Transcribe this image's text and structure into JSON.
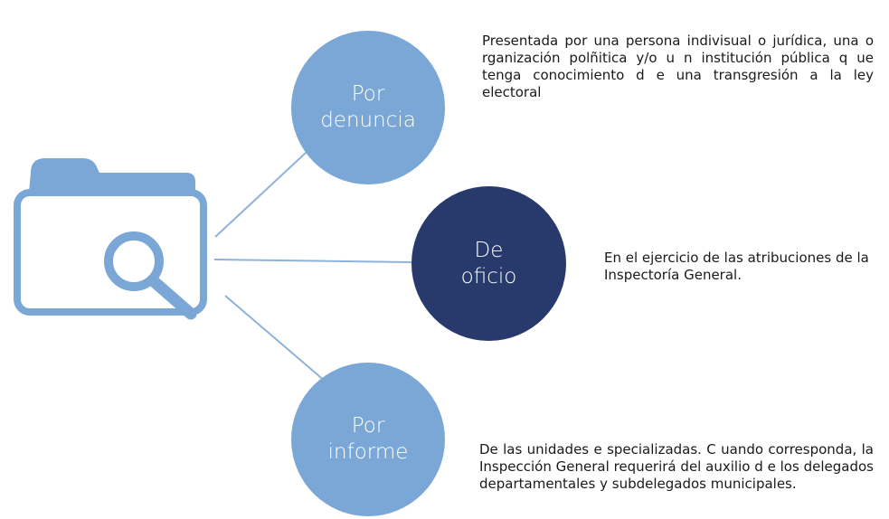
{
  "colors": {
    "light_blue": "#7aa7d6",
    "dark_navy": "#283a6b",
    "connector": "#8eb3db",
    "icon": "#7aa7d6"
  },
  "icon": {
    "name": "folder-search-icon"
  },
  "nodes": [
    {
      "id": "por-denuncia",
      "line1": "Por",
      "line2": "denuncia",
      "description": "Presentada por una persona indivisual o jurídica, una o rganización polñitica y/o u n institución pública q ue tenga conocimiento d e una transgresión a la ley electoral"
    },
    {
      "id": "de-oficio",
      "line1": "De",
      "line2": "oficio",
      "description": "En el ejercicio de las atribuciones de la Inspectoría General."
    },
    {
      "id": "por-informe",
      "line1": "Por",
      "line2": "informe",
      "description": "De las unidades e specializadas. C uando corresponda, la Inspección General requerirá del auxilio d e los delegados departamentales y subdelegados municipales."
    }
  ]
}
